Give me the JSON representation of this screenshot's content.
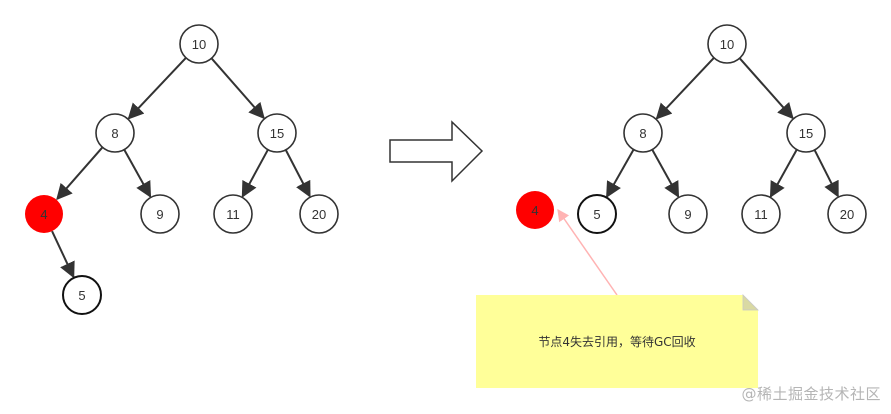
{
  "left_tree": {
    "nodes": [
      {
        "id": "10",
        "label": "10"
      },
      {
        "id": "8",
        "label": "8"
      },
      {
        "id": "15",
        "label": "15"
      },
      {
        "id": "4",
        "label": "4",
        "highlight": "#ff0000"
      },
      {
        "id": "9",
        "label": "9"
      },
      {
        "id": "11",
        "label": "11"
      },
      {
        "id": "20",
        "label": "20"
      },
      {
        "id": "5",
        "label": "5"
      }
    ],
    "edges": [
      [
        "10",
        "8"
      ],
      [
        "10",
        "15"
      ],
      [
        "8",
        "4"
      ],
      [
        "8",
        "9"
      ],
      [
        "15",
        "11"
      ],
      [
        "15",
        "20"
      ],
      [
        "4",
        "5"
      ]
    ]
  },
  "right_tree": {
    "nodes": [
      {
        "id": "10",
        "label": "10"
      },
      {
        "id": "8",
        "label": "8"
      },
      {
        "id": "15",
        "label": "15"
      },
      {
        "id": "5",
        "label": "5"
      },
      {
        "id": "9",
        "label": "9"
      },
      {
        "id": "11",
        "label": "11"
      },
      {
        "id": "20",
        "label": "20"
      }
    ],
    "edges": [
      [
        "10",
        "8"
      ],
      [
        "10",
        "15"
      ],
      [
        "8",
        "5"
      ],
      [
        "8",
        "9"
      ],
      [
        "15",
        "11"
      ],
      [
        "15",
        "20"
      ]
    ],
    "detached_node": {
      "id": "4",
      "label": "4",
      "highlight": "#ff0000"
    }
  },
  "note": {
    "text": "节点4失去引用，等待GC回收",
    "fill": "#ffff99"
  },
  "watermark": "@稀土掘金技术社区",
  "colors": {
    "node_stroke": "#333333",
    "edge": "#333333",
    "removed_node": "#ff0000",
    "note_pointer": "#ffb3b3"
  }
}
